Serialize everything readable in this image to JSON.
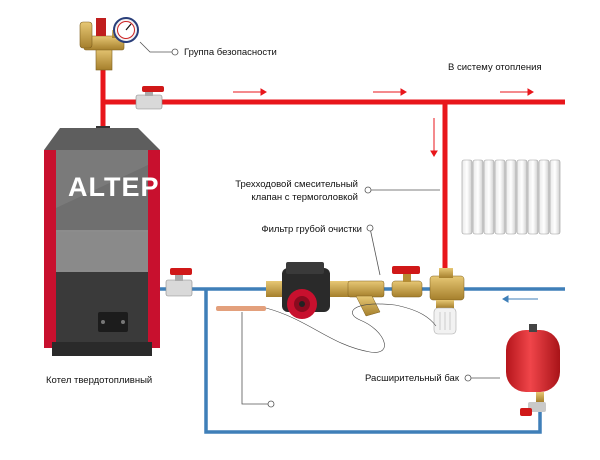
{
  "labels": {
    "safety_group": "Группа безопасности",
    "heating_system": "В систему отопления",
    "three_way_valve_line1": "Трехходовой смесительный",
    "three_way_valve_line2": "клапан с термоголовкой",
    "coarse_filter": "Фильтр грубой очистки",
    "boiler": "Котел твердотопливный",
    "expansion_tank": "Расширительный бак"
  },
  "boiler_brand": "ALTEP",
  "colors": {
    "supply_pipe": "#e8161b",
    "return_pipe": "#3f7fb8",
    "arrow": "#e8161b",
    "boiler_red": "#c8102e",
    "boiler_gray": "#8a8a8a",
    "tank": "#d8232a",
    "brass": "#c9a44c"
  }
}
